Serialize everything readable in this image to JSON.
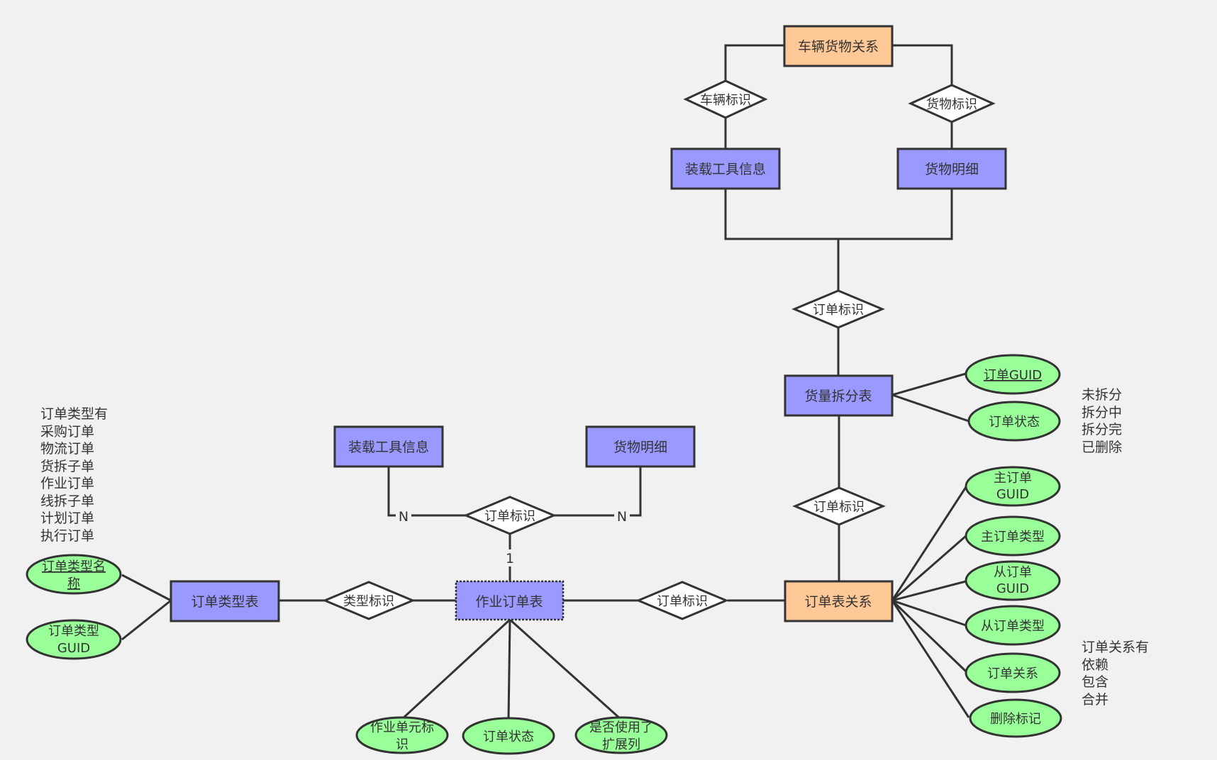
{
  "colors": {
    "entity": "#9999ff",
    "entity_orange": "#ffc896",
    "attribute": "#99ff99",
    "relationship": "#ffffff",
    "stroke": "#333333",
    "background": "#f1f1f1"
  },
  "entities": {
    "vehicle_cargo_relation": "车辆货物关系",
    "loading_tool_top": "装载工具信息",
    "cargo_detail_top": "货物明细",
    "split_table": "货量拆分表",
    "order_relation_table": "订单表关系",
    "loading_tool_mid": "装载工具信息",
    "cargo_detail_mid": "货物明细",
    "order_type_table": "订单类型表",
    "work_order_table": "作业订单表"
  },
  "relationships": {
    "vehicle_id": "车辆标识",
    "cargo_id": "货物标识",
    "order_id_top": "订单标识",
    "order_id_split": "订单标识",
    "order_id_center": "订单标识",
    "type_id": "类型标识",
    "order_id_right": "订单标识"
  },
  "attributes": {
    "split_order_guid": "订单GUID",
    "split_order_status": "订单状态",
    "main_order_guid": [
      "主订单",
      "GUID"
    ],
    "main_order_type": "主订单类型",
    "sub_order_guid": [
      "从订单",
      "GUID"
    ],
    "sub_order_type": "从订单类型",
    "order_relation": "订单关系",
    "delete_flag": "删除标记",
    "order_type_name": [
      "订单类型名",
      "称"
    ],
    "order_type_guid": [
      "订单类型",
      "GUID"
    ],
    "work_unit_id": [
      "作业单元标",
      "识"
    ],
    "work_order_status": "订单状态",
    "uses_ext_column": [
      "是否使用了",
      "扩展列"
    ]
  },
  "cardinality": {
    "left_n": "N",
    "right_n": "N",
    "bottom_one": "1"
  },
  "notes": {
    "order_types": "订单类型有\n采购订单\n物流订单\n货拆子单\n作业订单\n线拆子单\n计划订单\n执行订单",
    "split_status": "未拆分\n拆分中\n拆分完\n已删除",
    "order_relation_types": "订单关系有\n依赖\n包含\n合并"
  }
}
